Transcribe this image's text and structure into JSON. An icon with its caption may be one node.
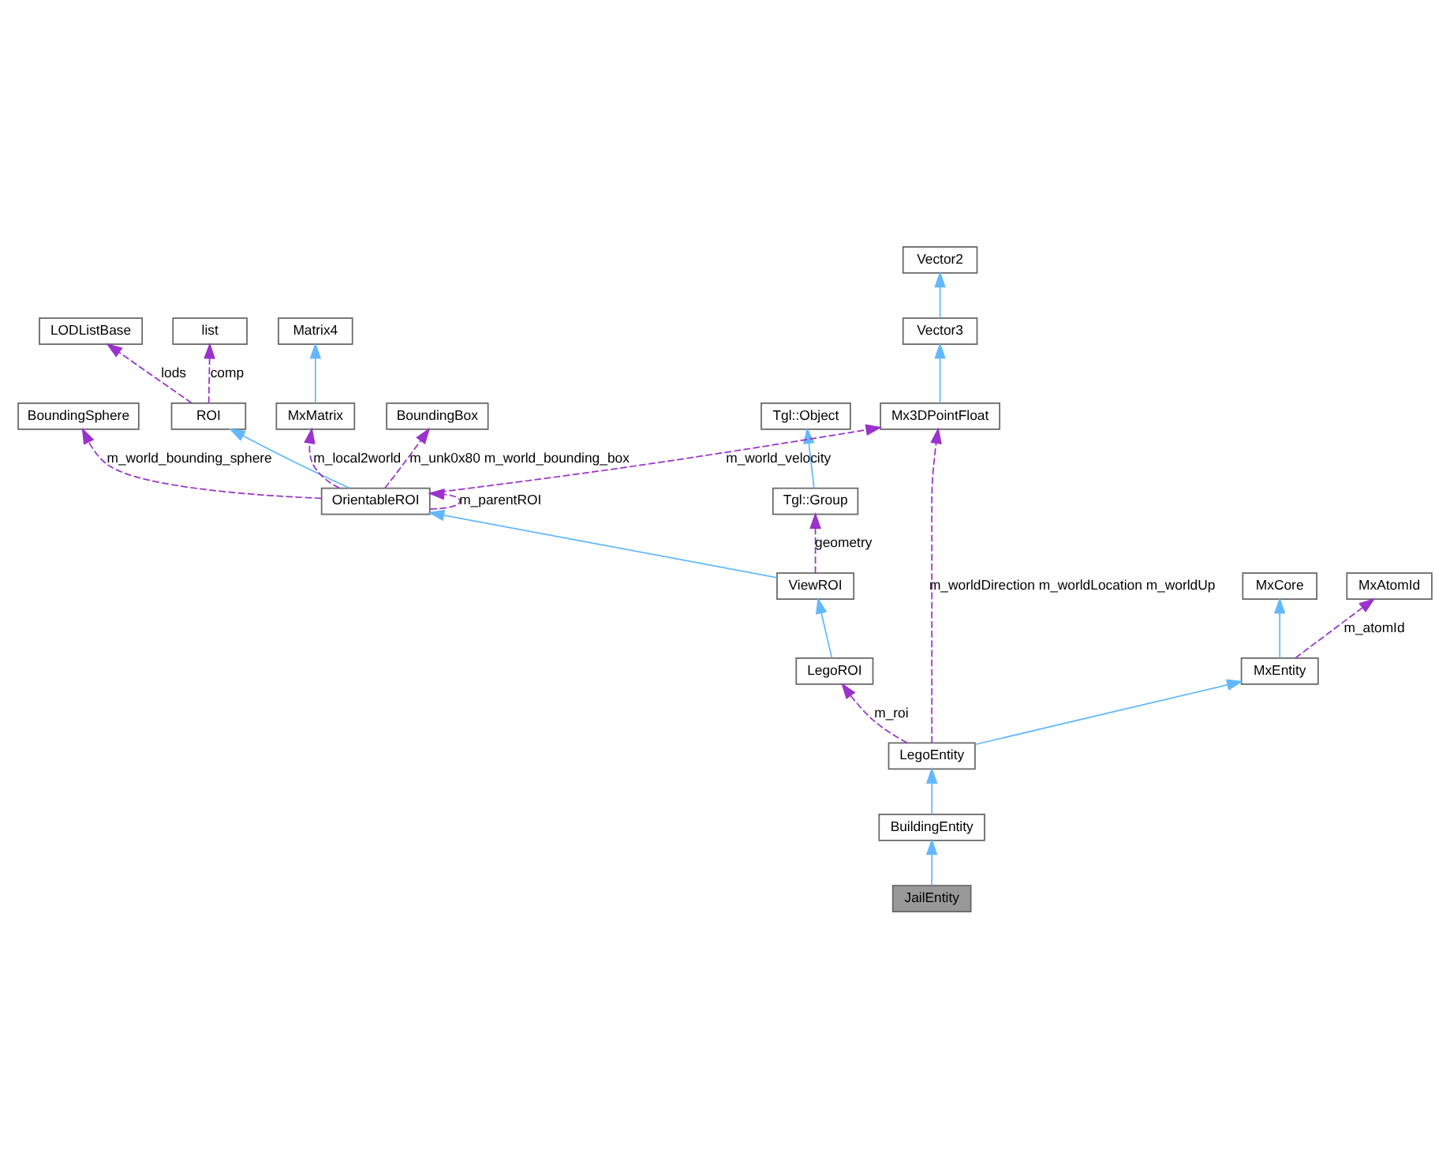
{
  "diagram": {
    "nodes": [
      {
        "text": [
          "Vector2"
        ]
      },
      {
        "text": [
          "list"
        ]
      },
      {
        "text": [
          "LODListBase"
        ]
      },
      {
        "text": [
          "Matrix4"
        ]
      },
      {
        "text": [
          "Vector3"
        ]
      },
      {
        "text": [
          "Tgl::Object"
        ]
      },
      {
        "text": [
          "ROI"
        ]
      },
      {
        "text": [
          "MxMatrix"
        ]
      },
      {
        "text": [
          "BoundingBox"
        ]
      },
      {
        "text": [
          "BoundingSphere"
        ]
      },
      {
        "text": [
          "Mx3DPointFloat"
        ]
      },
      {
        "text": [
          "Tgl::Group"
        ]
      },
      {
        "text": [
          "OrientableROI"
        ]
      },
      {
        "text": [
          "MxCore"
        ]
      },
      {
        "text": [
          "MxAtomId"
        ]
      },
      {
        "text": [
          "ViewROI"
        ]
      },
      {
        "text": [
          "MxEntity"
        ]
      },
      {
        "text": [
          "LegoROI"
        ]
      },
      {
        "text": [
          "LegoEntity"
        ]
      },
      {
        "text": [
          "BuildingEntity"
        ]
      },
      {
        "text": [
          "JailEntity"
        ]
      }
    ],
    "edges": [
      {
        "from": 4,
        "to": 0,
        "arrow": "to",
        "color": "#63b8ff"
      },
      {
        "from": 10,
        "to": 4,
        "arrow": "to",
        "color": "#63b8ff"
      },
      {
        "from": 6,
        "to": 1,
        "arrow": "to",
        "style": "dashed",
        "color": "#9a32cd",
        "label": "comp"
      },
      {
        "from": 6,
        "to": 2,
        "arrow": "to",
        "style": "dashed",
        "color": "#9a32cd",
        "label": "lods"
      },
      {
        "from": 7,
        "to": 3,
        "arrow": "to",
        "color": "#63b8ff"
      },
      {
        "from": 11,
        "to": 5,
        "arrow": "to",
        "color": "#63b8ff"
      },
      {
        "from": 12,
        "to": 6,
        "arrow": "to",
        "color": "#63b8ff"
      },
      {
        "from": 12,
        "to": 7,
        "arrow": "to",
        "style": "dashed",
        "color": "#9a32cd",
        "label": "m_local2world"
      },
      {
        "from": 12,
        "to": 8,
        "arrow": "to",
        "style": "dashed",
        "color": "#9a32cd",
        "label": "m_unk0x80 m_world_bounding_box"
      },
      {
        "from": 12,
        "to": 9,
        "arrow": "to",
        "style": "dashed",
        "color": "#9a32cd",
        "label": "m_world_bounding_sphere"
      },
      {
        "from": 12,
        "to": 10,
        "arrow": "to",
        "style": "dashed",
        "color": "#9a32cd",
        "label": "m_world_velocity"
      },
      {
        "from": 12,
        "to": 12,
        "arrow": "to",
        "style": "dashed",
        "color": "#9a32cd",
        "label": "m_parentROI"
      },
      {
        "from": 15,
        "to": 11,
        "arrow": "to",
        "style": "dashed",
        "color": "#9a32cd",
        "label": "geometry"
      },
      {
        "from": 15,
        "to": 12,
        "arrow": "to",
        "color": "#63b8ff"
      },
      {
        "from": 16,
        "to": 13,
        "arrow": "to",
        "color": "#63b8ff"
      },
      {
        "from": 16,
        "to": 14,
        "arrow": "to",
        "style": "dashed",
        "color": "#9a32cd",
        "label": "m_atomId"
      },
      {
        "from": 17,
        "to": 15,
        "arrow": "to",
        "color": "#63b8ff"
      },
      {
        "from": 18,
        "to": 16,
        "arrow": "to",
        "color": "#63b8ff"
      },
      {
        "from": 18,
        "to": 17,
        "arrow": "to",
        "style": "dashed",
        "color": "#9a32cd",
        "label": "m_roi"
      },
      {
        "from": 18,
        "to": 10,
        "arrow": "to",
        "style": "dashed",
        "color": "#9a32cd",
        "label": "m_worldDirection m_worldLocation m_worldUp"
      },
      {
        "from": 19,
        "to": 18,
        "arrow": "to",
        "color": "#63b8ff"
      },
      {
        "from": 20,
        "to": 19,
        "arrow": "to",
        "color": "#63b8ff"
      }
    ]
  }
}
